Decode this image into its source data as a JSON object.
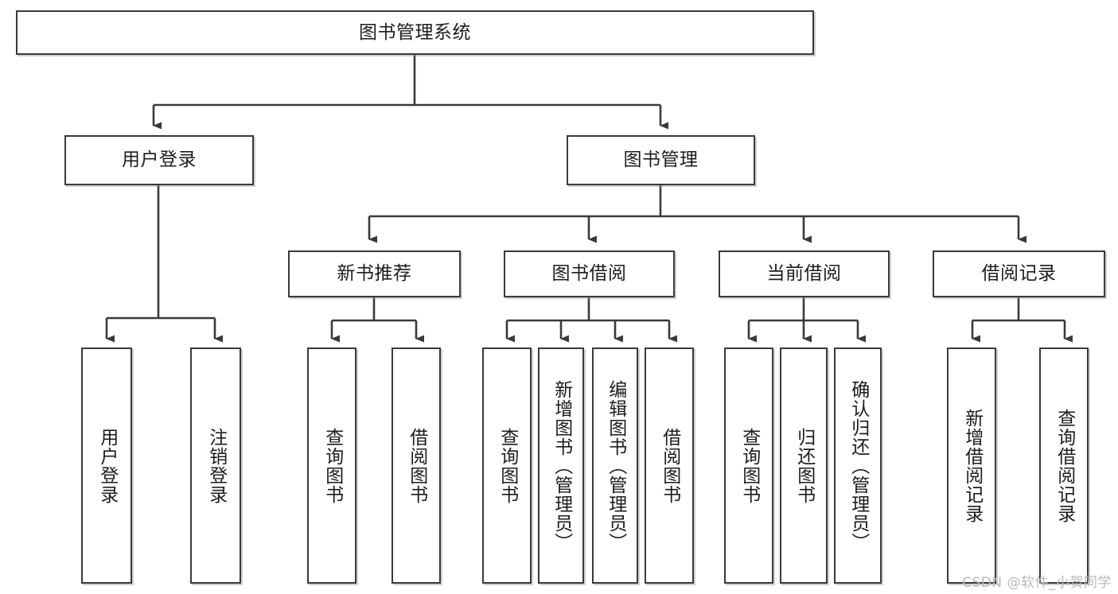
{
  "diagram": {
    "type": "tree-hierarchy",
    "title": "图书管理系统",
    "root": {
      "label": "图书管理系统"
    },
    "level2": [
      {
        "id": "user-login",
        "label": "用户登录"
      },
      {
        "id": "book-manage",
        "label": "图书管理"
      }
    ],
    "level3": [
      {
        "id": "new-book-recommend",
        "label": "新书推荐",
        "parent": "book-manage"
      },
      {
        "id": "book-borrow",
        "label": "图书借阅",
        "parent": "book-manage"
      },
      {
        "id": "current-borrow",
        "label": "当前借阅",
        "parent": "book-manage"
      },
      {
        "id": "borrow-record",
        "label": "借阅记录",
        "parent": "book-manage"
      }
    ],
    "leaves": [
      {
        "id": "leaf-user-login",
        "label": "用户登录",
        "parent": "user-login"
      },
      {
        "id": "leaf-logout-login",
        "label": "注销登录",
        "parent": "user-login"
      },
      {
        "id": "leaf-query-book-1",
        "label": "查询图书",
        "parent": "new-book-recommend"
      },
      {
        "id": "leaf-borrow-book-1",
        "label": "借阅图书",
        "parent": "new-book-recommend"
      },
      {
        "id": "leaf-query-book-2",
        "label": "查询图书",
        "parent": "book-borrow"
      },
      {
        "id": "leaf-add-book",
        "label": "新增图书（管理员）",
        "parent": "book-borrow"
      },
      {
        "id": "leaf-edit-book",
        "label": "编辑图书（管理员）",
        "parent": "book-borrow"
      },
      {
        "id": "leaf-borrow-book-2",
        "label": "借阅图书",
        "parent": "book-borrow"
      },
      {
        "id": "leaf-query-book-3",
        "label": "查询图书",
        "parent": "current-borrow"
      },
      {
        "id": "leaf-return-book",
        "label": "归还图书",
        "parent": "current-borrow"
      },
      {
        "id": "leaf-confirm-return",
        "label": "确认归还（管理员）",
        "parent": "current-borrow"
      },
      {
        "id": "leaf-add-record",
        "label": "新增借阅记录",
        "parent": "borrow-record"
      },
      {
        "id": "leaf-query-record",
        "label": "查询借阅记录",
        "parent": "borrow-record"
      }
    ],
    "watermark": "CSDN @软件_小贺同学",
    "colors": {
      "border": "#3a3a3a",
      "text": "#1d1d1d",
      "background": "#ffffff",
      "edge": "#3a3a3a",
      "watermark": "#b9b9b9"
    }
  }
}
